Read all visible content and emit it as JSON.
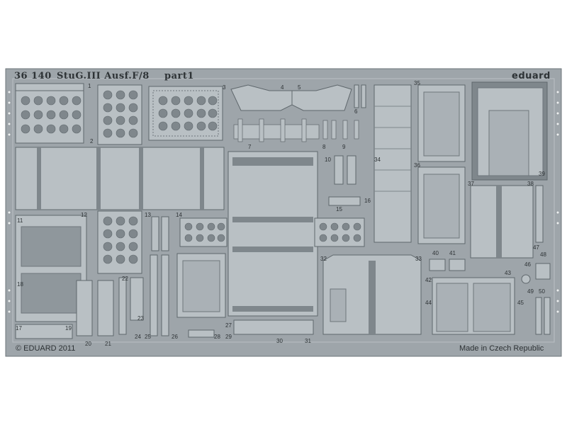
{
  "sheet": {
    "code": "36 140",
    "title": "StuG.III Ausf.F/8",
    "part": "part1",
    "brand": "eduard",
    "copyright": "© EDUARD 2011",
    "origin": "Made in Czech Republic"
  },
  "colors": {
    "background": "#ffffff",
    "metal": "#9ea5aa",
    "metal_dark": "#7f878c",
    "metal_light": "#b9c0c4",
    "ink": "#2e3336"
  },
  "part_numbers": [
    "1",
    "2",
    "3",
    "4",
    "5",
    "6",
    "7",
    "8",
    "9",
    "10",
    "11",
    "12",
    "13",
    "14",
    "15",
    "16",
    "17",
    "18",
    "19",
    "20",
    "21",
    "22",
    "23",
    "24",
    "25",
    "26",
    "27",
    "28",
    "29",
    "30",
    "31",
    "32",
    "33",
    "34",
    "35",
    "36",
    "37",
    "38",
    "39",
    "40",
    "41",
    "42",
    "43",
    "44",
    "45",
    "46",
    "47",
    "48",
    "49",
    "50"
  ]
}
